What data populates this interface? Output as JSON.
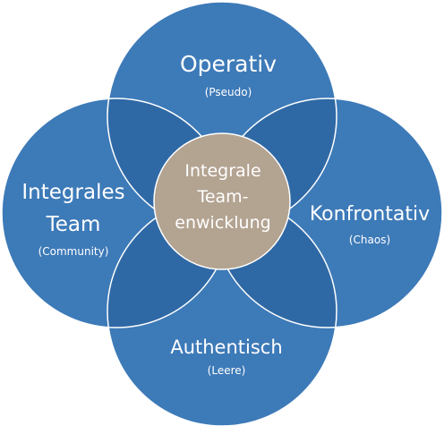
{
  "diagram": {
    "top": {
      "title": "Operativ",
      "subtitle": "(Pseudo)"
    },
    "left": {
      "title_line1": "Integrales",
      "title_line2": "Team",
      "subtitle": "(Community)"
    },
    "right": {
      "title": "Konfrontativ",
      "subtitle": "(Chaos)"
    },
    "bottom": {
      "title": "Authentisch",
      "subtitle": "(Leere)"
    },
    "center": {
      "line1": "Integrale",
      "line2": "Team-",
      "line3": "enwicklung"
    }
  },
  "colors": {
    "circle_fill": "#3d7ab8",
    "overlap_fill": "#2f69a5",
    "circle_stroke": "#ffffff",
    "center_fill": "#b3a391",
    "text": "#ffffff"
  }
}
